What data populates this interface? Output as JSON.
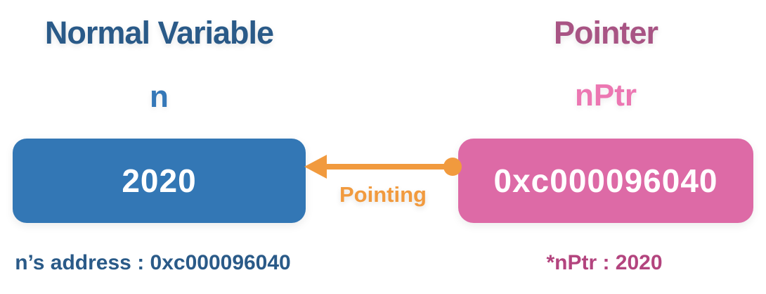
{
  "diagram": {
    "left": {
      "heading": "Normal Variable",
      "variable_name": "n",
      "value": "2020",
      "footnote": "n’s address : 0xc000096040"
    },
    "right": {
      "heading": "Pointer",
      "variable_name": "nPtr",
      "value": "0xc000096040",
      "footnote": "*nPtr : 2020"
    },
    "arrow": {
      "label": "Pointing",
      "direction": "right-to-left",
      "from": "pointer-value-box",
      "to": "normal-variable-value-box"
    },
    "colors": {
      "heading_blue": "#2a5a88",
      "variable_blue": "#3578b8",
      "box_blue": "#3377b5",
      "heading_plum": "#a85484",
      "variable_pink": "#ec77b2",
      "box_pink": "#dd6aa6",
      "footnote_pink": "#b3447e",
      "arrow_orange": "#f19a3e",
      "value_text": "#ffffff"
    }
  }
}
